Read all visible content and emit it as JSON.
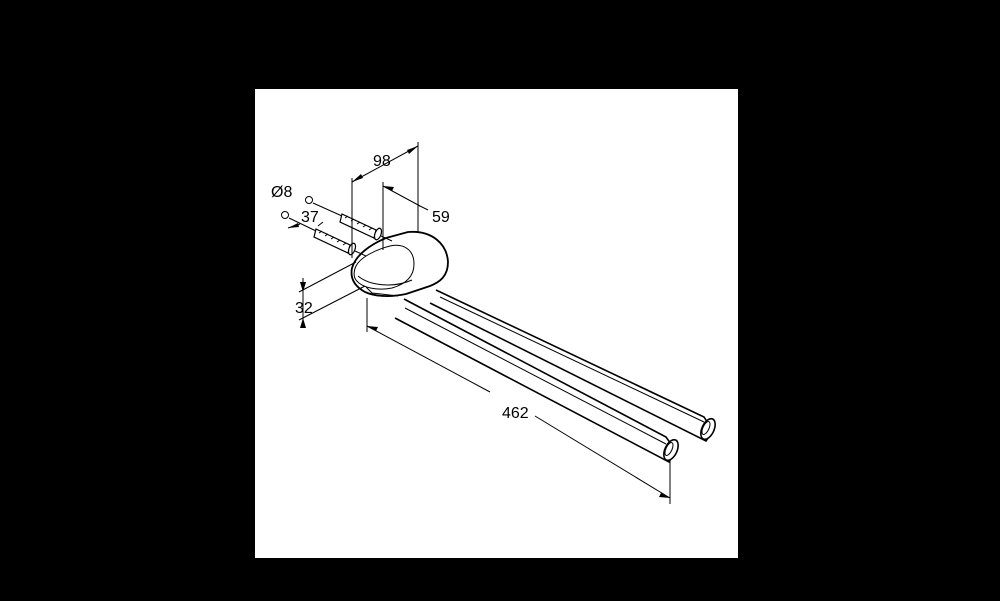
{
  "colors": {
    "background": "#000000",
    "canvas": "#ffffff",
    "lines": "#000000"
  },
  "dimensions": {
    "mounting_depth": "98",
    "rail_offset": "59",
    "dowel_diameter": "Ø8",
    "fixing_spacing": "37",
    "plate_height": "32",
    "arm_length": "462"
  }
}
